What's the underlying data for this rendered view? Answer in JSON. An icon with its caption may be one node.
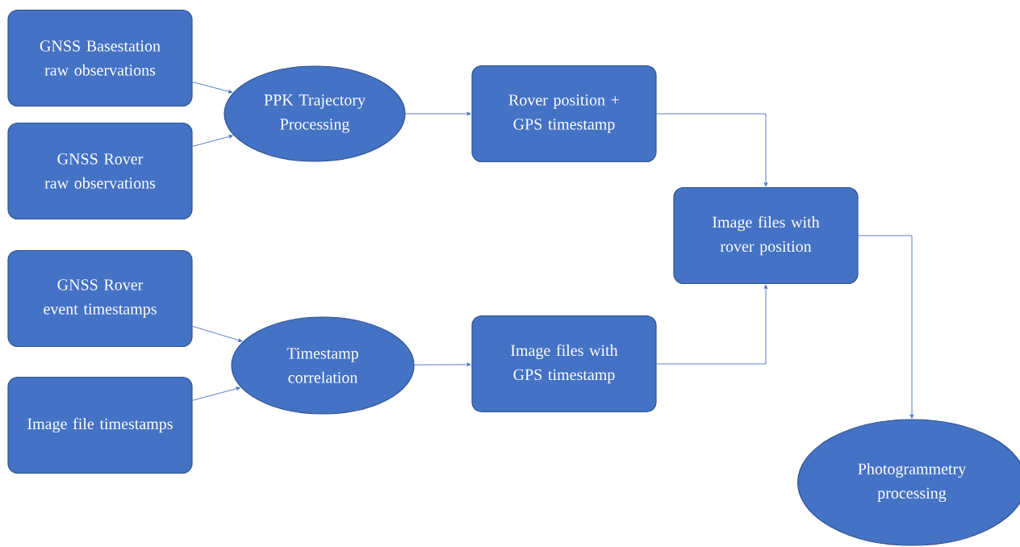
{
  "diagram": {
    "nodes": [
      {
        "text": [
          "GNSS Basestation raw observations"
        ]
      },
      {
        "text": [
          "GNSS Rover raw observations"
        ]
      },
      {
        "text": [
          "PPK Trajectory Processing"
        ]
      },
      {
        "text": [
          "Rover position + GPS timestamp"
        ]
      },
      {
        "text": [
          "GNSS Rover event timestamps"
        ]
      },
      {
        "text": [
          "Image file timestamps"
        ]
      },
      {
        "text": [
          "Timestamp correlation"
        ]
      },
      {
        "text": [
          "Image files with GPS timestamp"
        ]
      },
      {
        "text": [
          "Image files with rover position"
        ]
      },
      {
        "text": [
          "Photogrammetry processing"
        ]
      }
    ],
    "edges": [
      {
        "from": 0,
        "to": 2,
        "arrow": "to"
      },
      {
        "from": 1,
        "to": 2,
        "arrow": "to"
      },
      {
        "from": 2,
        "to": 3,
        "arrow": "to"
      },
      {
        "from": 4,
        "to": 6,
        "arrow": "to"
      },
      {
        "from": 5,
        "to": 6,
        "arrow": "to"
      },
      {
        "from": 6,
        "to": 7,
        "arrow": "to"
      },
      {
        "from": 3,
        "to": 8,
        "arrow": "to"
      },
      {
        "from": 7,
        "to": 8,
        "arrow": "to"
      },
      {
        "from": 8,
        "to": 9,
        "arrow": "to"
      }
    ]
  }
}
